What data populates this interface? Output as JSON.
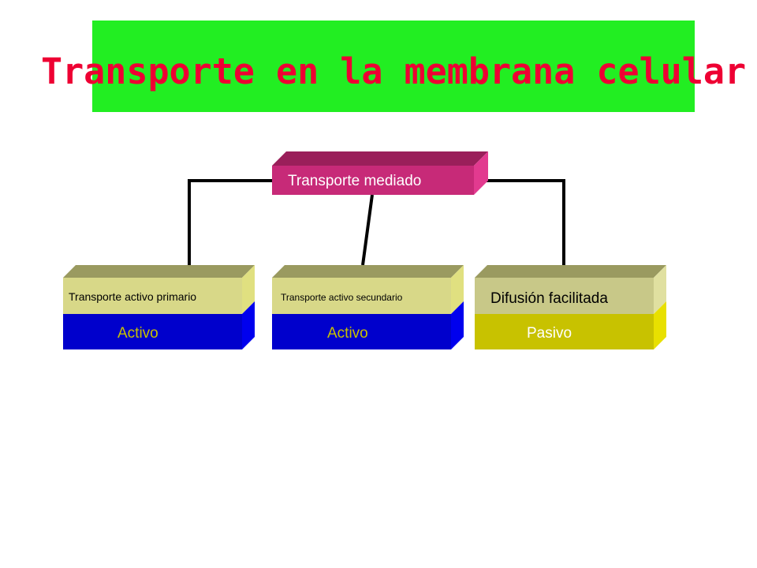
{
  "title": "Transporte en la membrana celular",
  "colors": {
    "title_bg": "#22ee22",
    "title_text": "#ee0033",
    "root_front": "#c72a78",
    "active_blue": "#0000cc",
    "passive_yellow": "#c8c200",
    "top_panel": "#d8d888"
  },
  "diagram": {
    "root": {
      "label": "Transporte mediado"
    },
    "children": [
      {
        "label": "Transporte activo primario",
        "type_label": "Activo"
      },
      {
        "label": "Transporte activo secundario",
        "type_label": "Activo"
      },
      {
        "label": "Difusión facilitada",
        "type_label": "Pasivo"
      }
    ]
  }
}
